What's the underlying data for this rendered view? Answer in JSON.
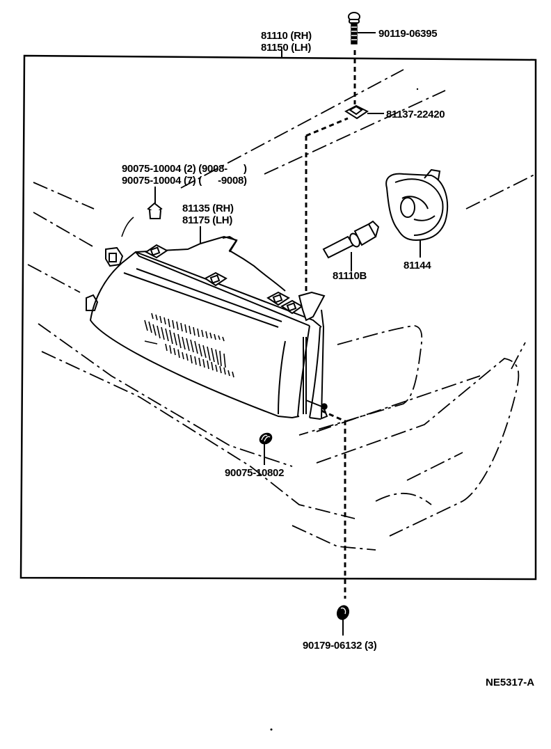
{
  "diagram": {
    "title": "Headlamp assembly parts diagram",
    "reference_code": "NE5317-A",
    "parts": {
      "headlamp_assy": {
        "line1": "81110 (RH)",
        "line2": "81150 (LH)"
      },
      "screw": {
        "label": "90119-06395"
      },
      "nut_clip": {
        "label": "81137-22420"
      },
      "clip": {
        "line1": "90075-10004 (2) (9008-      )",
        "line2": "90075-10004 (7) (      -9008)"
      },
      "housing": {
        "line1": "81135 (RH)",
        "line2": "81175 (LH)"
      },
      "bulb": {
        "label": "81110B"
      },
      "socket_cover": {
        "label": "81144"
      },
      "grommet": {
        "label": "90075-10802"
      },
      "nut": {
        "label": "90179-06132 (3)"
      }
    }
  }
}
